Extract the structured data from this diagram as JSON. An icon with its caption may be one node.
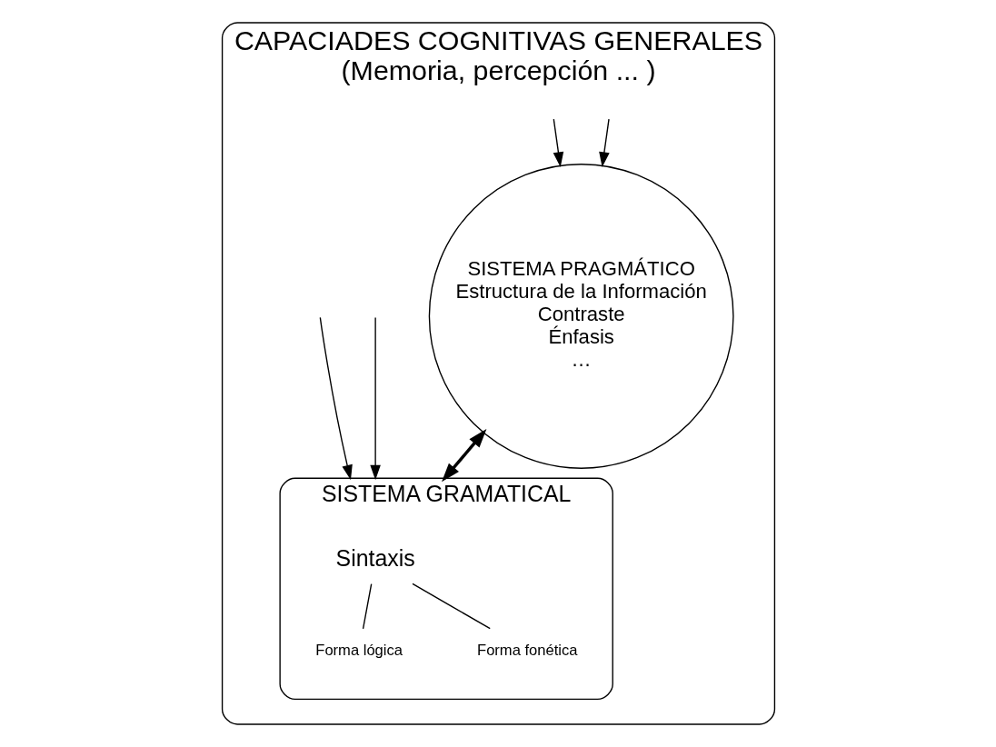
{
  "diagram": {
    "nodes": [
      {
        "text": [
          "CAPACIADES COGNITIVAS GENERALES",
          "(Memoria, percepción ... )"
        ]
      },
      {
        "text": [
          "SISTEMA PRAGMÁTICO",
          "Estructura de la Información",
          "Contraste",
          "Énfasis",
          "…"
        ],
        "in": 0
      },
      {
        "text": [
          "SISTEMA GRAMATICAL"
        ],
        "in": 0
      },
      {
        "text": [
          "Sintaxis"
        ],
        "in": 2
      },
      {
        "text": [
          "Forma lógica"
        ],
        "in": 2
      },
      {
        "text": [
          "Forma fonética"
        ],
        "in": 2
      }
    ],
    "edges": [
      {
        "from": null,
        "to": 1,
        "arrow": "to"
      },
      {
        "from": null,
        "to": 1,
        "arrow": "to"
      },
      {
        "from": null,
        "to": 2,
        "arrow": "to"
      },
      {
        "from": null,
        "to": 2,
        "arrow": "to"
      },
      {
        "from": 1,
        "to": 2,
        "arrow": "both",
        "style": "thick"
      },
      {
        "from": 3,
        "to": 4,
        "arrow": "none"
      },
      {
        "from": 3,
        "to": 5,
        "arrow": "none"
      }
    ]
  }
}
